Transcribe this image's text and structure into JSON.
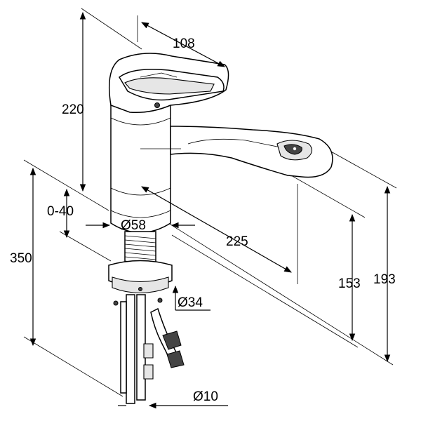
{
  "dimensions": {
    "width_108": "108",
    "height_220": "220",
    "deck_0_40": "0-40",
    "total_350": "350",
    "body_dia_58": "Ø58",
    "reach_225": "225",
    "spout_153": "153",
    "spout_193": "193",
    "shank_dia_34": "Ø34",
    "hose_dia_10": "Ø10"
  }
}
